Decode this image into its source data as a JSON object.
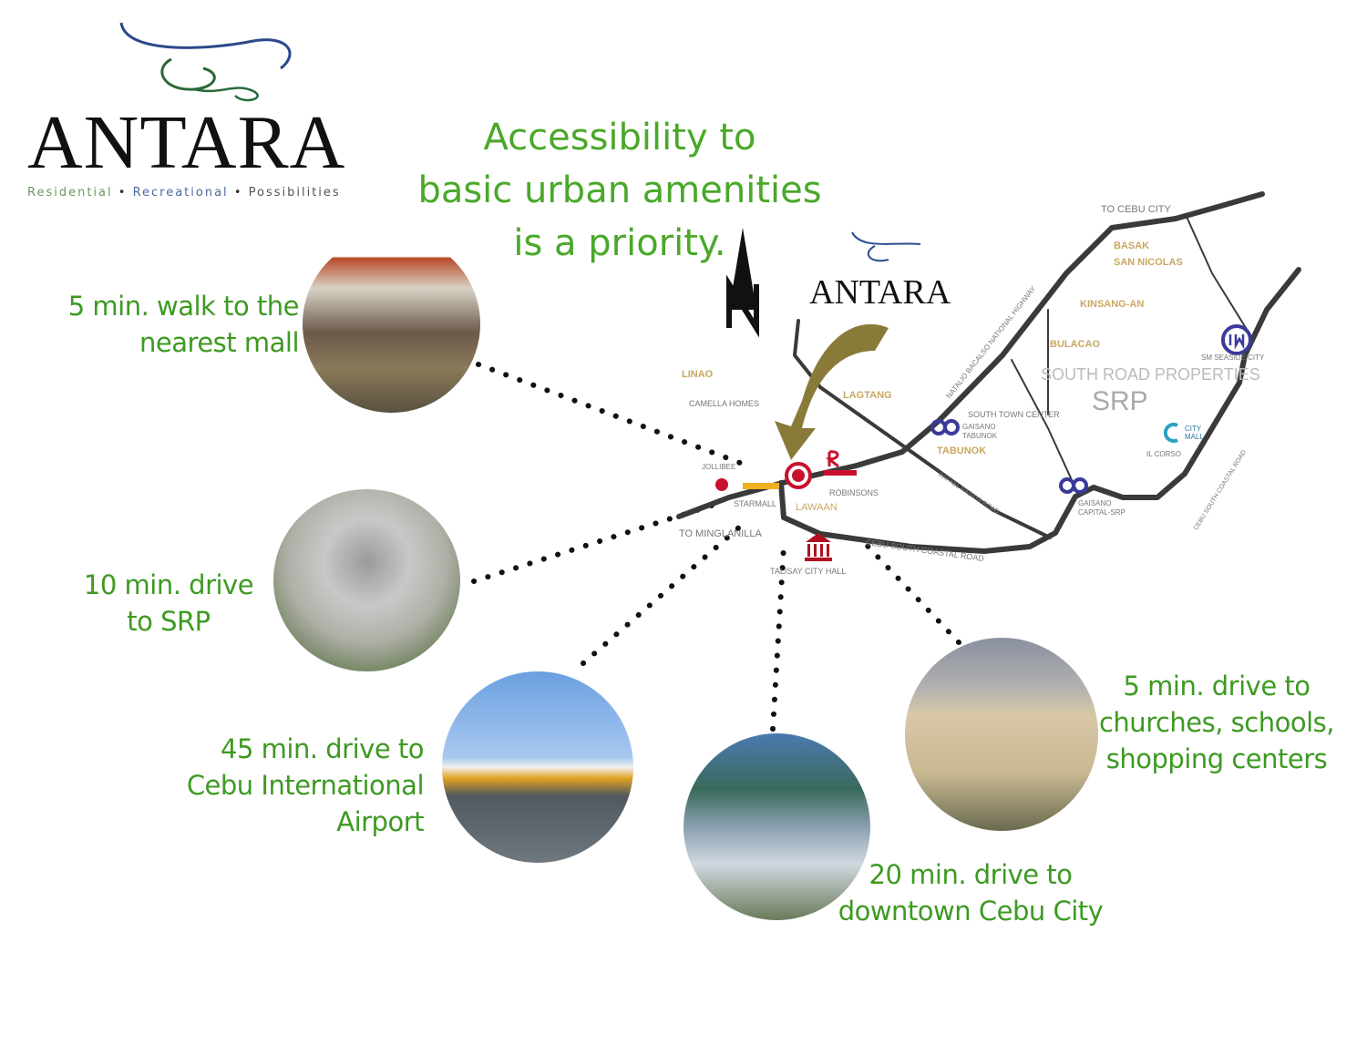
{
  "logo": {
    "name": "ANTARA",
    "tagline_parts": [
      "Residential",
      "Recreational",
      "Possibilities"
    ],
    "tagline_separator": "•"
  },
  "headline": [
    "Accessibility to",
    "basic urban amenities",
    "is a priority."
  ],
  "map": {
    "north_label": "N",
    "site_logo": "ANTARA",
    "labels": {
      "to_cebu_city": "TO CEBU CITY",
      "basak": "BASAK",
      "san_nicolas": "SAN NICOLAS",
      "kinsang_an": "KINSANG-AN",
      "bulacao": "BULACAO",
      "srp_long": "SOUTH ROAD PROPERTIES",
      "srp": "SRP",
      "sm_seaside": "SM SEASIDE CITY",
      "linao": "LINAO",
      "camella": "CAMELLA HOMES",
      "lagtang": "LAGTANG",
      "south_town": "SOUTH TOWN CENTER",
      "gaisano_tabunok": "GAISANO TABUNOK",
      "tabunok": "TABUNOK",
      "il_corso": "IL CORSO",
      "city_mall": "CITY MALL",
      "jollibee": "JOLLIBEE",
      "starmall": "STARMALL",
      "robinsons": "ROBINSONS",
      "lawaan": "LAWAAN",
      "gaisano_capital": "GAISANO CAPITAL-SRP",
      "to_minglanilla": "TO MINGLANILLA",
      "coastal_road": "CEBU SOUTH COASTAL ROAD",
      "highway": "NATALIO BACALSO NATIONAL HIGHWAY",
      "rafael": "RAFAEL RABAYA ROAD",
      "talisay_hall": "TALISAY CITY HALL"
    },
    "colors": {
      "road": "#3a3a3a",
      "arrow": "#8a7a3a",
      "place": "#c9a862",
      "marker": "#c8102e",
      "gaisano": "#3a3a9a"
    }
  },
  "destinations": [
    {
      "lines": [
        "5 min. walk to the",
        "nearest mall"
      ],
      "photo": "mall"
    },
    {
      "lines": [
        "10 min. drive",
        "to SRP"
      ],
      "photo": "srp"
    },
    {
      "lines": [
        "45 min. drive to",
        "Cebu International",
        "Airport"
      ],
      "photo": "airport"
    },
    {
      "lines": [
        "20 min. drive to",
        "downtown Cebu City"
      ],
      "photo": "city"
    },
    {
      "lines": [
        "5 min. drive to",
        "churches, schools,",
        "shopping centers"
      ],
      "photo": "church"
    }
  ]
}
